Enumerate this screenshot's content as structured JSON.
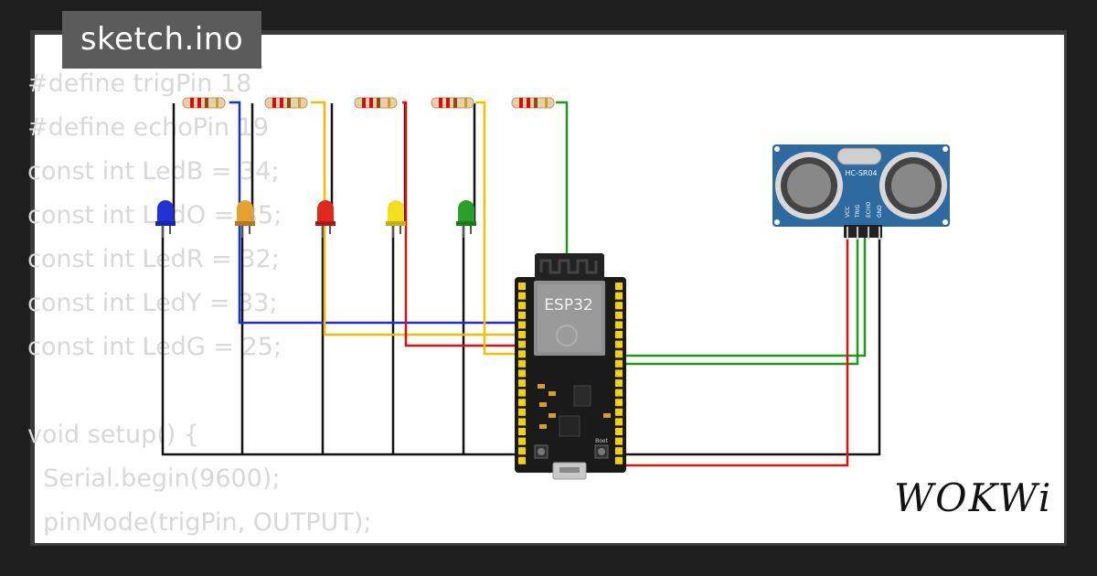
{
  "project": {
    "filename": "sketch.ino",
    "brand": "WOKWi"
  },
  "code_lines": [
    "#define trigPin 18",
    "#define echoPin 19",
    "const int LedB = 34;",
    "const int LedO = 35;",
    "const int LedR = 32;",
    "const int LedY = 33;",
    "const int LedG = 25;",
    "",
    "void setup() {",
    "  Serial.begin(9600);",
    "  pinMode(trigPin, OUTPUT);"
  ],
  "components": {
    "board_label": "ESP32",
    "sensor_label": "HC-SR04",
    "sensor_pins": [
      "VCC",
      "TRIG",
      "ECHO",
      "GND"
    ],
    "boot_label": "Boot"
  },
  "colors": {
    "wire_blue": "#1b2be0",
    "wire_orange": "#f5b800",
    "wire_red": "#e01010",
    "wire_yellow": "#f5c000",
    "wire_green": "#1a9a1a",
    "wire_black": "#111111",
    "led_blue": "#2231d6",
    "led_orange": "#e6a030",
    "led_red": "#e0281c",
    "led_yellow": "#f0e020",
    "led_green": "#2aa02a",
    "sensor_board": "#2c6aa0"
  }
}
